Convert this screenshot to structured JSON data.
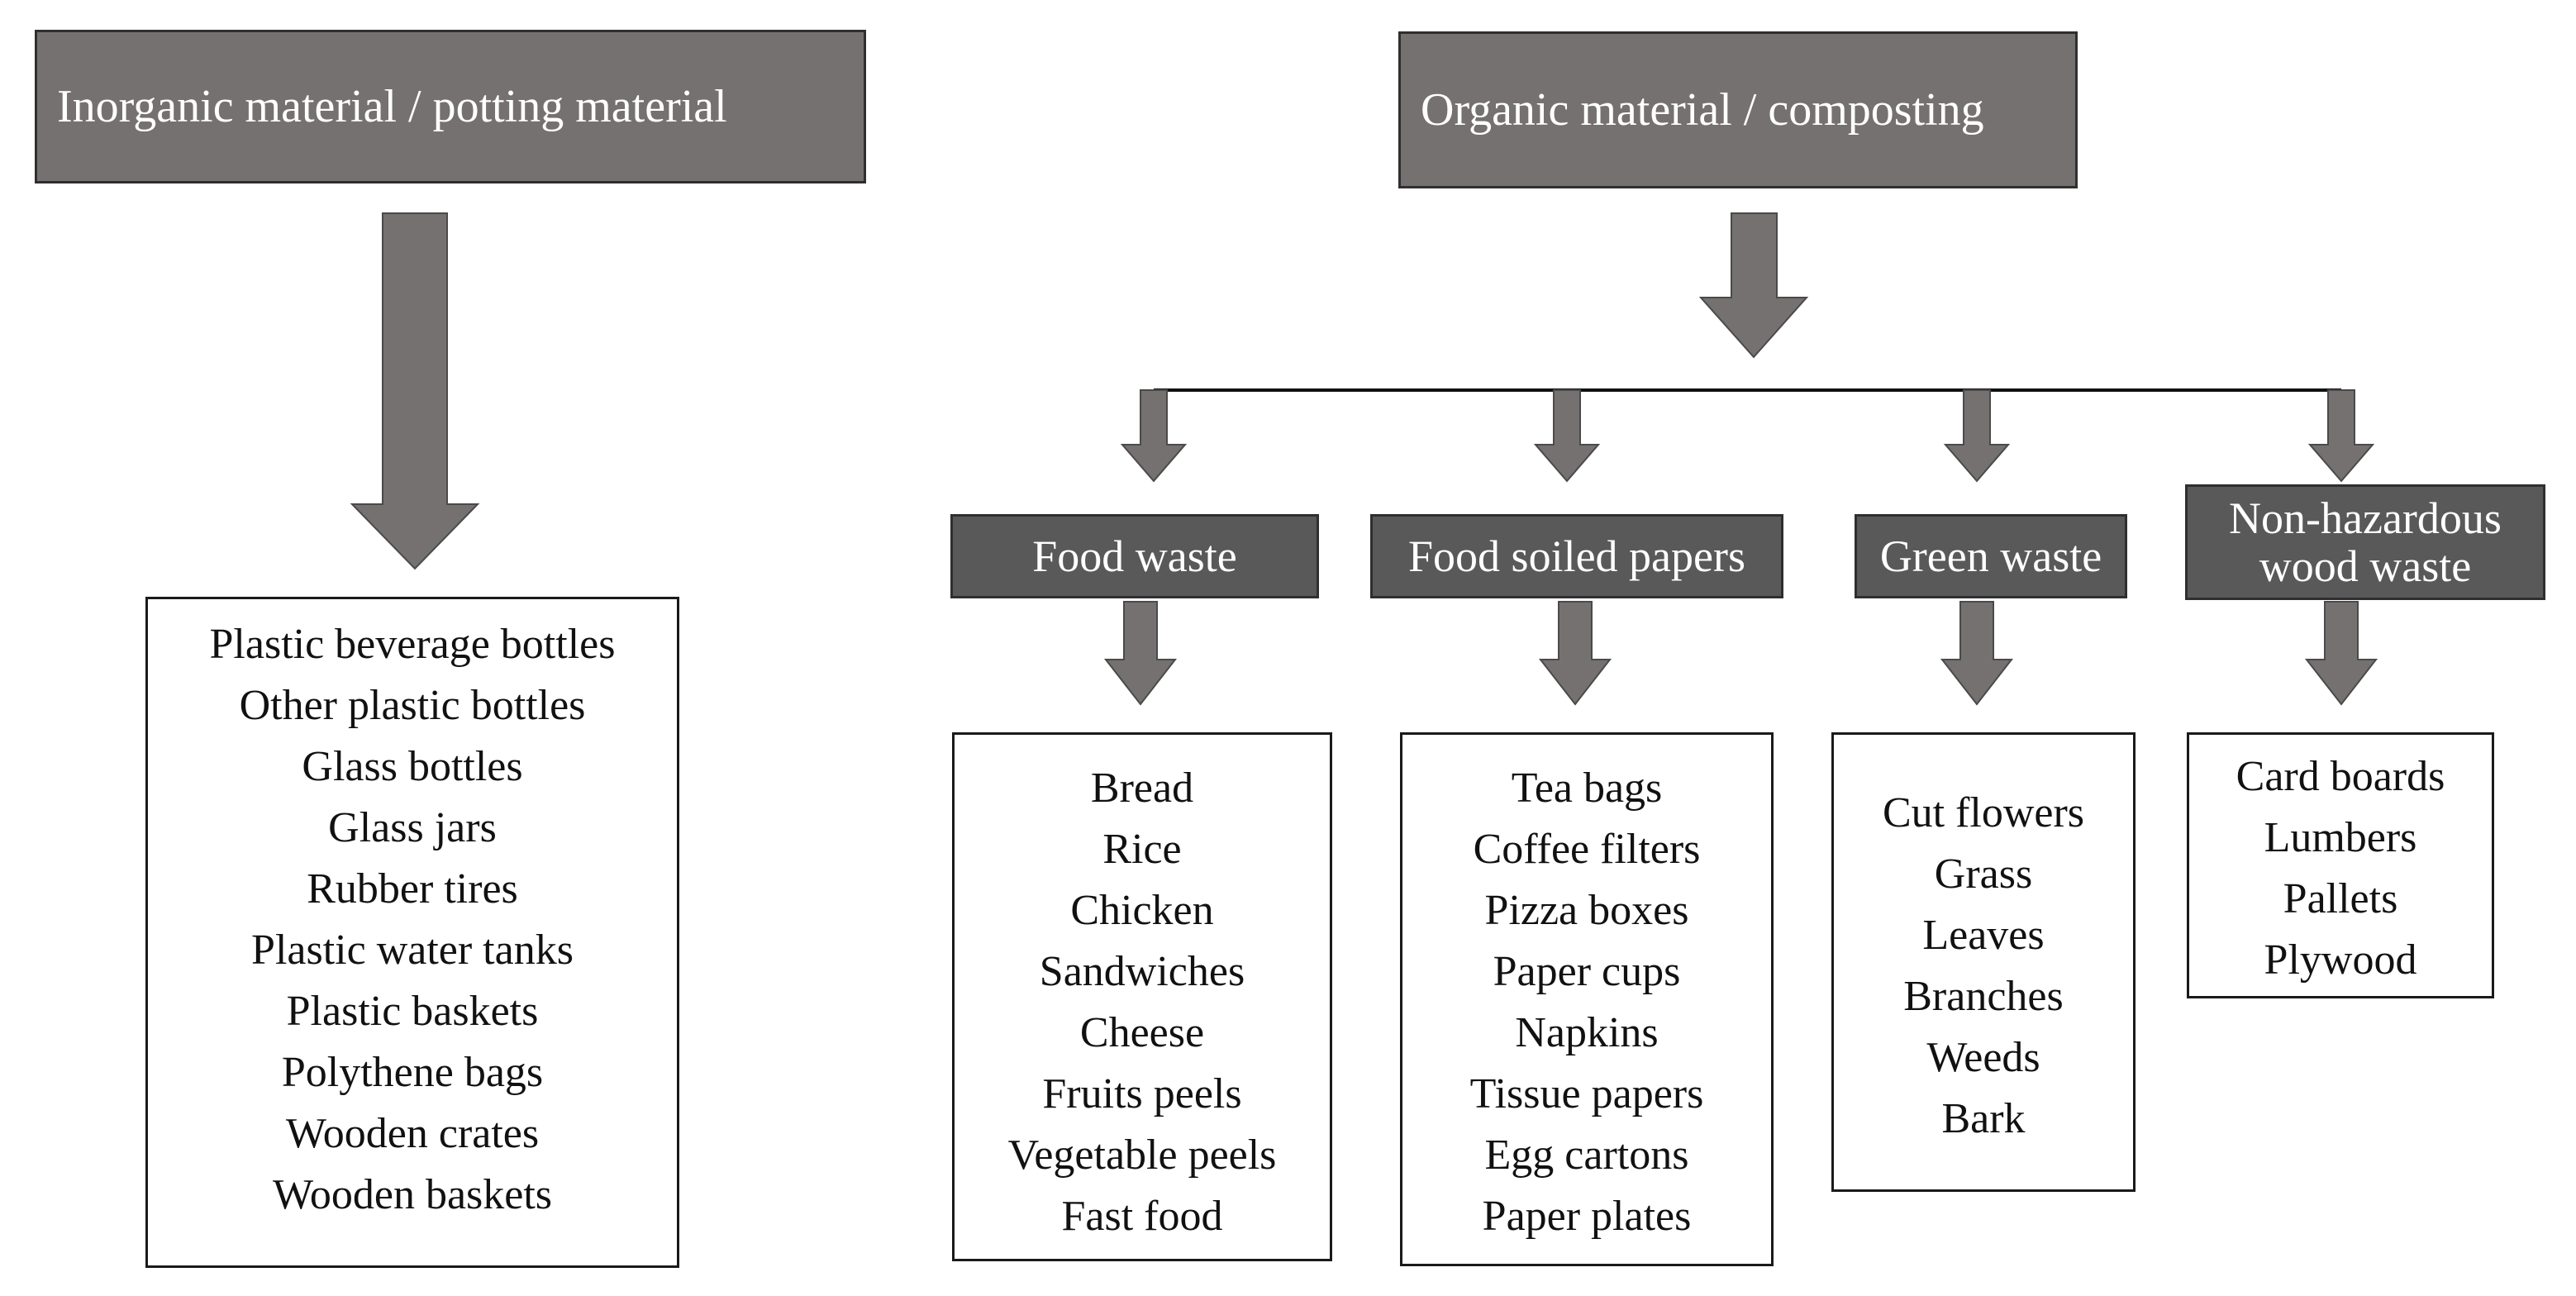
{
  "colors": {
    "header_fill": "#767171",
    "category_fill": "#595959",
    "arrow_fill": "#767171",
    "header_text": "#ffffff",
    "list_border": "#1a1a1a",
    "connector": "#111111"
  },
  "inorganic": {
    "title": "Inorganic material / potting material",
    "items": [
      "Plastic beverage bottles",
      "Other plastic bottles",
      "Glass bottles",
      "Glass jars",
      "Rubber tires",
      "Plastic water tanks",
      "Plastic baskets",
      "Polythene bags",
      "Wooden crates",
      "Wooden baskets"
    ]
  },
  "organic": {
    "title": "Organic material / composting",
    "categories": [
      {
        "label": "Food waste",
        "items": [
          "Bread",
          "Rice",
          "Chicken",
          "Sandwiches",
          "Cheese",
          "Fruits peels",
          "Vegetable peels",
          "Fast food"
        ]
      },
      {
        "label": "Food soiled papers",
        "items": [
          "Tea bags",
          "Coffee filters",
          "Pizza boxes",
          "Paper cups",
          "Napkins",
          "Tissue papers",
          "Egg cartons",
          "Paper plates"
        ]
      },
      {
        "label": "Green waste",
        "items": [
          "Cut flowers",
          "Grass",
          "Leaves",
          "Branches",
          "Weeds",
          "Bark"
        ]
      },
      {
        "label": "Non-hazardous wood waste",
        "items": [
          "Card boards",
          "Lumbers",
          "Pallets",
          "Plywood"
        ]
      }
    ]
  }
}
